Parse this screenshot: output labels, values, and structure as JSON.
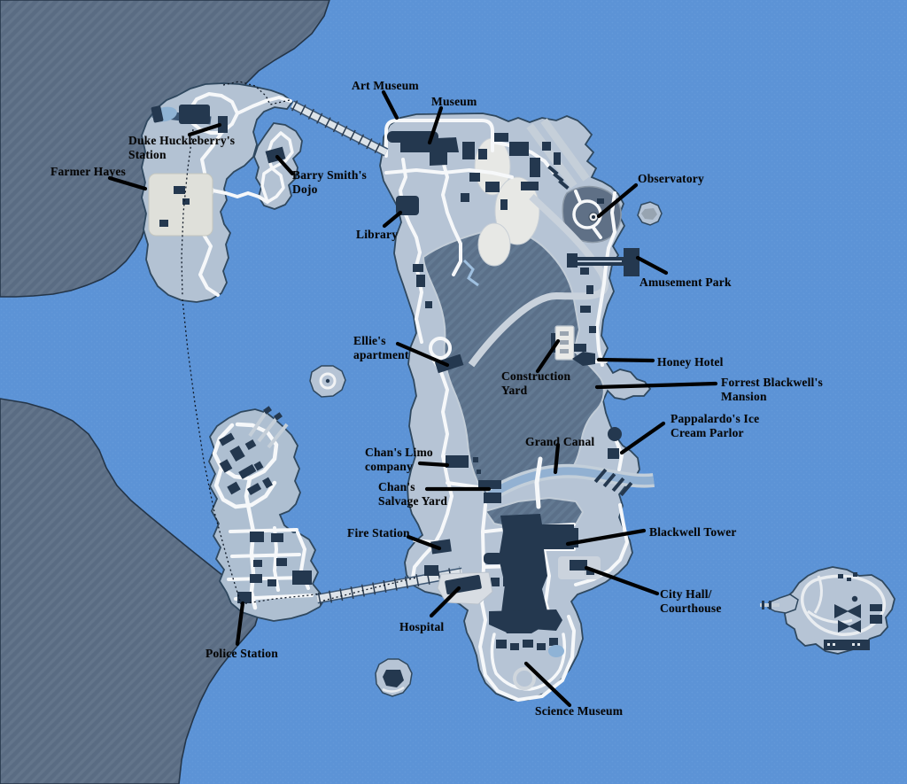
{
  "map": {
    "labels": [
      {
        "id": "art-museum",
        "text": "Art Museum"
      },
      {
        "id": "museum",
        "text": "Museum"
      },
      {
        "id": "duke-huckleberrys-station",
        "text": "Duke Huckleberry's\nStation"
      },
      {
        "id": "farmer-hayes",
        "text": "Farmer Hayes"
      },
      {
        "id": "barry-smiths-dojo",
        "text": "Barry Smith's\nDojo"
      },
      {
        "id": "library",
        "text": "Library"
      },
      {
        "id": "observatory",
        "text": "Observatory"
      },
      {
        "id": "amusement-park",
        "text": "Amusement Park"
      },
      {
        "id": "ellies-apartment",
        "text": "Ellie's\napartment"
      },
      {
        "id": "construction-yard",
        "text": "Construction\nYard"
      },
      {
        "id": "honey-hotel",
        "text": "Honey Hotel"
      },
      {
        "id": "forrest-blackwells-mansion",
        "text": "Forrest Blackwell's\nMansion"
      },
      {
        "id": "pappalardos-ice-cream-parlor",
        "text": "Pappalardo's Ice\nCream Parlor"
      },
      {
        "id": "grand-canal",
        "text": "Grand Canal"
      },
      {
        "id": "chans-limo-company",
        "text": "Chan's Limo\ncompany"
      },
      {
        "id": "chans-salvage-yard",
        "text": "Chan's\nSalvage Yard"
      },
      {
        "id": "fire-station",
        "text": "Fire Station"
      },
      {
        "id": "blackwell-tower",
        "text": "Blackwell Tower"
      },
      {
        "id": "city-hall-courthouse",
        "text": "City Hall/\nCourthouse"
      },
      {
        "id": "hospital",
        "text": "Hospital"
      },
      {
        "id": "police-station",
        "text": "Police Station"
      },
      {
        "id": "science-museum",
        "text": "Science Museum"
      }
    ],
    "colors": {
      "water": "#5c93d6",
      "mainland": "#5a6c83",
      "city_land": "#b6c4d5",
      "hatched_zone": "#5b7089",
      "building": "#24384f",
      "road": "#f6f8fa",
      "canal_water": "#92b1d2",
      "label_text": "#060606",
      "leader_line": "#000000"
    }
  }
}
